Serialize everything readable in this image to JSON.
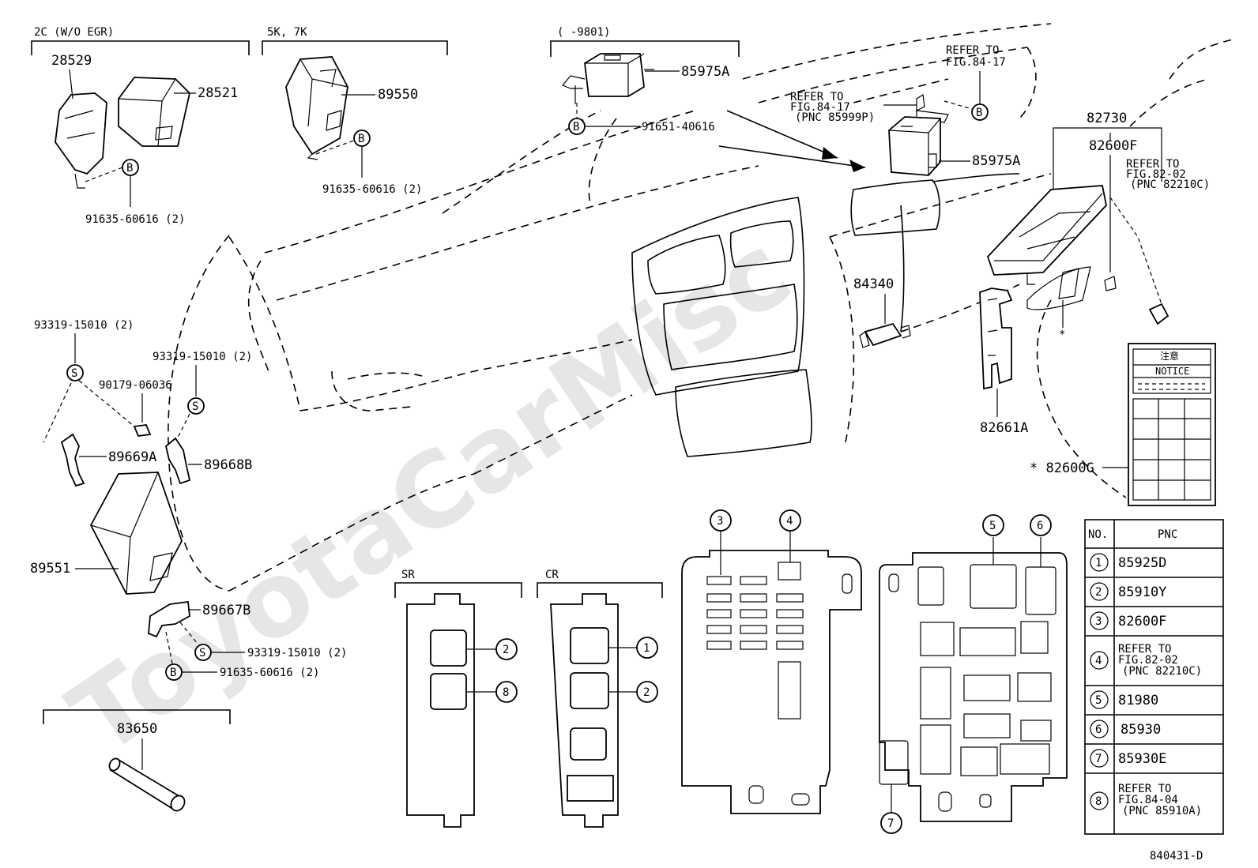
{
  "watermark": "ToyotaCarMisc",
  "groups": {
    "g_2c": "2C  (W/O EGR)",
    "g_5k7k": "5K, 7K",
    "g_9801": "(      -9801)",
    "g_sr": "SR",
    "g_cr": "CR"
  },
  "parts": {
    "p28529": "28529",
    "p28521": "28521",
    "p91635_a": "91635-60616 (2)",
    "p89550": "89550",
    "p91635_b": "91635-60616 (2)",
    "p85975a_1": "85975A",
    "p91651": "91651-40616",
    "p85975a_2": "85975A",
    "p82730": "82730",
    "p82600f": "82600F",
    "p84340": "84340",
    "p82661a": "82661A",
    "p82600g": "* 82600G",
    "p93319_a": "93319-15010 (2)",
    "p93319_b": "93319-15010 (2)",
    "p90179": "90179-06036",
    "p89669a": "89669A",
    "p89668b": "89668B",
    "p89551": "89551",
    "p89667b": "89667B",
    "p93319_c": "93319-15010 (2)",
    "p91635_c": "91635-60616 (2)",
    "p83650": "83650",
    "asterisk": "*"
  },
  "refs": {
    "ref_8417_top_1": "REFER TO",
    "ref_8417_top_2": "FIG.84-17",
    "ref_8417_mid_1": "REFER TO",
    "ref_8417_mid_2": "FIG.84-17",
    "ref_8417_mid_3": "(PNC 85999P)",
    "ref_8202_1": "REFER TO",
    "ref_8202_2": "FIG.82-02",
    "ref_8202_3": "(PNC 82210C)"
  },
  "markers": {
    "b": "B",
    "s": "S"
  },
  "label_sheet": {
    "top": "注意",
    "notice": "NOTICE"
  },
  "callouts": [
    "1",
    "2",
    "3",
    "4",
    "5",
    "6",
    "7",
    "8"
  ],
  "pnc_table": {
    "header_no": "NO.",
    "header_pnc": "PNC",
    "rows": [
      {
        "no": "1",
        "pnc": [
          "85925D"
        ]
      },
      {
        "no": "2",
        "pnc": [
          "85910Y"
        ]
      },
      {
        "no": "3",
        "pnc": [
          "82600F"
        ]
      },
      {
        "no": "4",
        "pnc": [
          "REFER TO",
          "FIG.82-02",
          "(PNC 82210C)"
        ]
      },
      {
        "no": "5",
        "pnc": [
          "81980"
        ]
      },
      {
        "no": "6",
        "pnc": [
          "85930"
        ]
      },
      {
        "no": "7",
        "pnc": [
          "85930E"
        ]
      },
      {
        "no": "8",
        "pnc": [
          "REFER TO",
          "FIG.84-04",
          "(PNC 85910A)"
        ]
      }
    ]
  },
  "figure_id": "840431-D"
}
